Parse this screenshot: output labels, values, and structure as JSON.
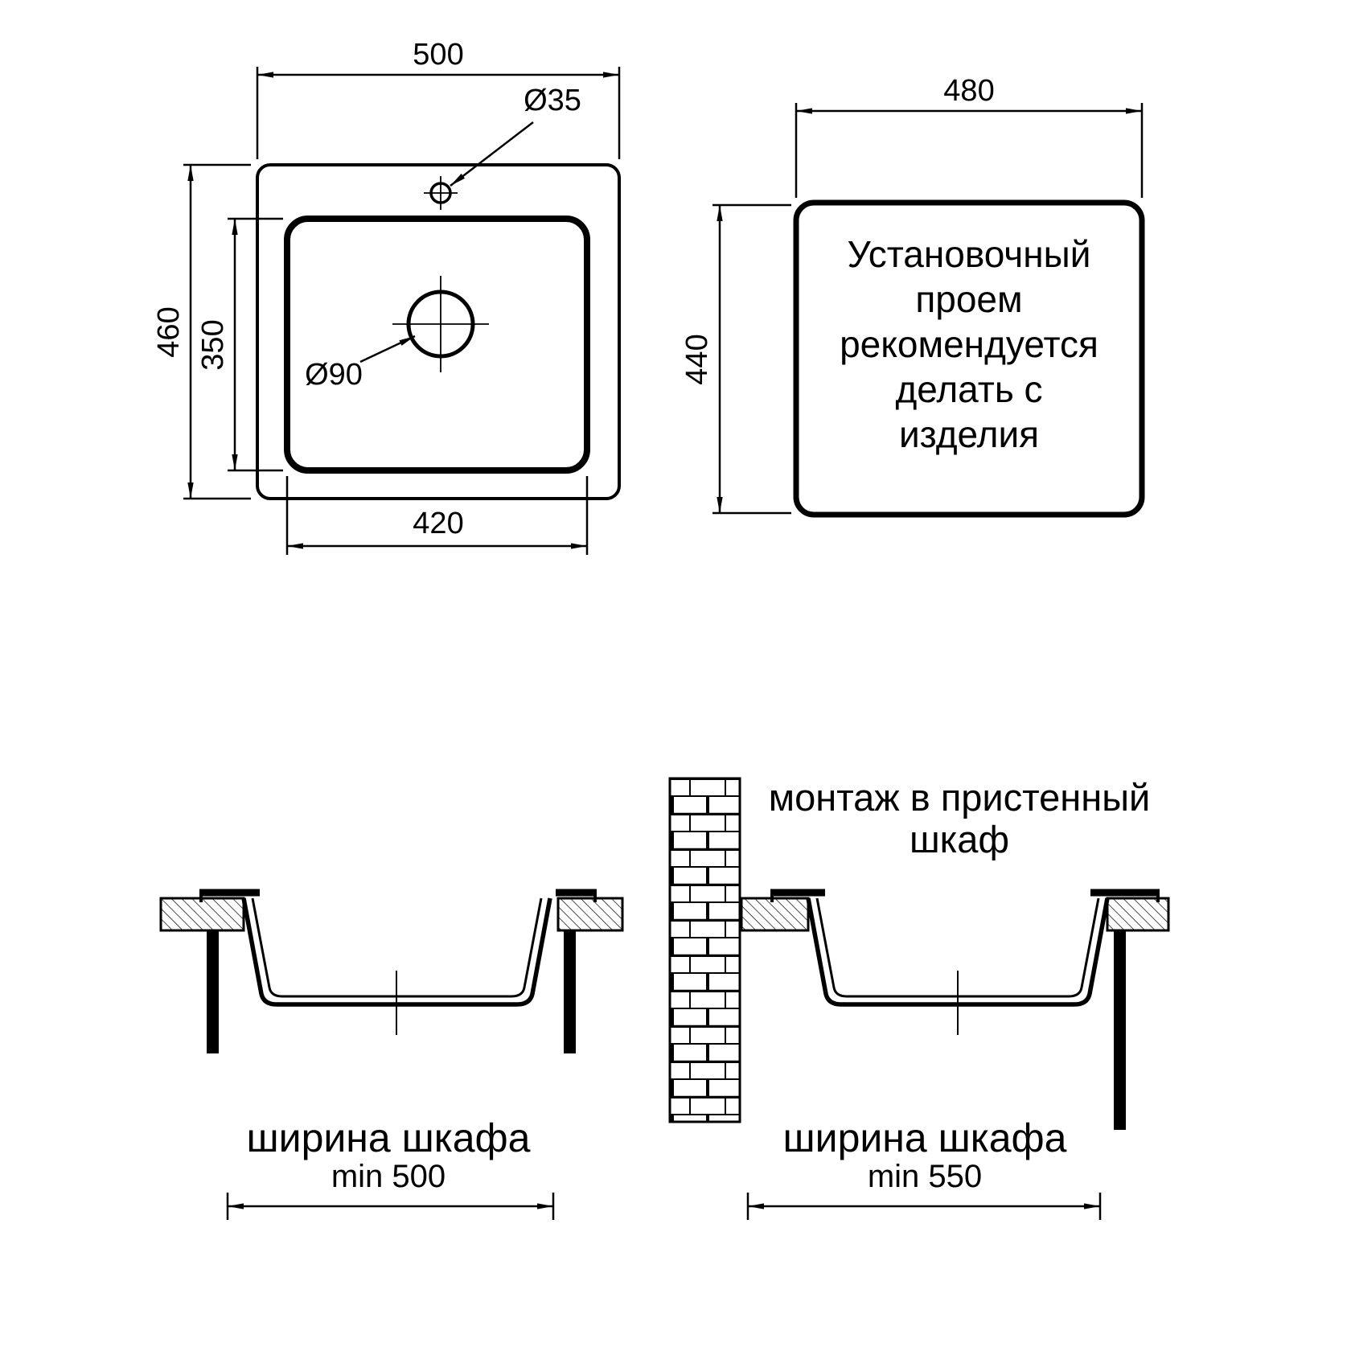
{
  "views": {
    "top": {
      "width": "500",
      "height": "460",
      "bowl_width": "420",
      "bowl_height": "350",
      "faucet_hole_dia": "Ø35",
      "drain_dia": "Ø90"
    },
    "cutout": {
      "width": "480",
      "height": "440",
      "note": [
        "Установочный",
        "проем",
        "рекомендуется",
        "делать с",
        "изделия"
      ]
    },
    "section_standard": {
      "cabinet_width_label": "ширина шкафа",
      "cabinet_width_min": "min 500"
    },
    "section_wall": {
      "title_line1": "монтаж в пристенный",
      "title_line2": "шкаф",
      "cabinet_width_label": "ширина шкафа",
      "cabinet_width_min": "min 550"
    }
  },
  "colors": {
    "line": "#000000",
    "background": "#ffffff"
  }
}
